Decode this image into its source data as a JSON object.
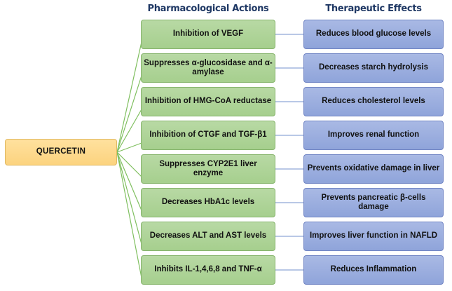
{
  "headers": {
    "actions": "Pharmacological Actions",
    "effects": "Therapeutic Effects"
  },
  "root": {
    "label": "QUERCETIN",
    "color": "#fcd37f"
  },
  "colors": {
    "action_fill": "#a6cf8e",
    "effect_fill": "#8fa4da",
    "fan_line": "#7fbf5f",
    "connector_line": "#8fa8d8",
    "header_text": "#1f3864"
  },
  "rows": [
    {
      "action": "Inhibition of VEGF",
      "effect": "Reduces blood glucose levels"
    },
    {
      "action": "Suppresses α-glucosidase and α-amylase",
      "effect": "Decreases starch hydrolysis"
    },
    {
      "action": "Inhibition of HMG-CoA reductase",
      "effect": "Reduces cholesterol levels"
    },
    {
      "action": "Inhibition of CTGF and TGF-β1",
      "effect": "Improves renal function"
    },
    {
      "action": "Suppresses CYP2E1 liver enzyme",
      "effect": "Prevents oxidative damage in liver"
    },
    {
      "action": "Decreases HbA1c levels",
      "effect": "Prevents pancreatic β-cells damage"
    },
    {
      "action": "Decreases ALT and AST levels",
      "effect": "Improves liver function in NAFLD"
    },
    {
      "action": "Inhibits IL-1,4,6,8 and TNF-α",
      "effect": "Reduces Inflammation"
    }
  ]
}
